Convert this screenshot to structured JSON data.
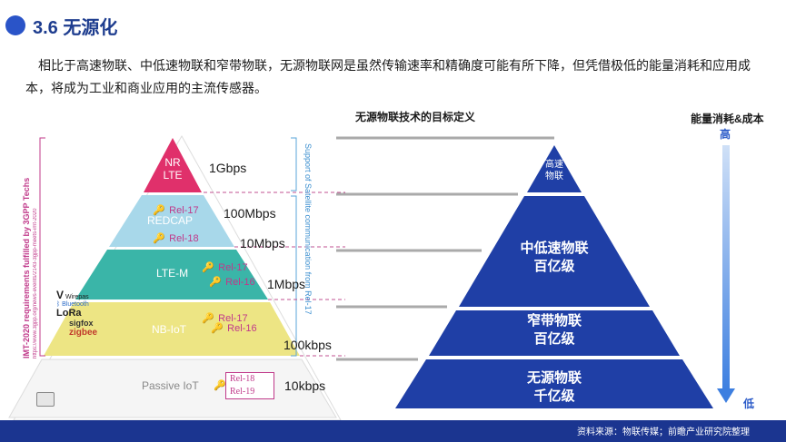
{
  "header": {
    "title": "3.6 无源化"
  },
  "intro": {
    "text": "相比于高速物联、中低速物联和窄带物联，无源物联网是虽然传输速率和精确度可能有所下降，但凭借极低的能量消耗和应用成本，将成为工业和商业应用的主流传感器。"
  },
  "left_diagram": {
    "side_title": "IMT-2020 requirements fulfilled by 3GPP Techs",
    "side_url": "https://www.3gpp.org/news-events/2143-3gpp-meets-imt-2020",
    "satellite_text": "Support of Satellite communication from Rel-17",
    "tiers": [
      {
        "label_line1": "NR",
        "label_line2": "LTE",
        "speed": "1Gbps",
        "color": "#e0306b"
      },
      {
        "label": "REDCAP",
        "rels": [
          "Rel-17",
          "Rel-18"
        ],
        "speed": "100Mbps",
        "color": "#a8d8ea"
      },
      {
        "label": "LTE-M",
        "rels": [
          "Rel-17",
          "Rel-16"
        ],
        "speed": "10Mbps",
        "color": "#3ab5a8"
      },
      {
        "label": "NB-IoT",
        "rels": [
          "Rel-17",
          "Rel-16"
        ],
        "speed": "1Mbps",
        "color": "#ede584"
      },
      {
        "label": "Passive IoT",
        "rels": [
          "Rel-18",
          "Rel-19"
        ],
        "speed": "100kbps",
        "color": "#f4f4f4"
      }
    ],
    "bottom_speed": "10kbps",
    "logos": [
      "Wirepas",
      "Bluetooth",
      "LoRa",
      "sigfox",
      "zigbee"
    ]
  },
  "right_diagram": {
    "heading": "无源物联技术的目标定义",
    "energy_heading": "能量消耗&成本",
    "arrow_top": "高",
    "arrow_bottom": "低",
    "tiers": [
      {
        "line1": "高速",
        "line2": "物联"
      },
      {
        "line1": "中低速物联",
        "line2": "百亿级"
      },
      {
        "line1": "窄带物联",
        "line2": "百亿级"
      },
      {
        "line1": "无源物联",
        "line2": "千亿级"
      }
    ],
    "tier_color": "#1f3fa6"
  },
  "footer": {
    "source": "资料来源：物联传媒；前瞻产业研究院整理"
  },
  "colors": {
    "brand": "#1b3590",
    "accent": "#2a54c8",
    "arrow": "#3d7fe0"
  }
}
